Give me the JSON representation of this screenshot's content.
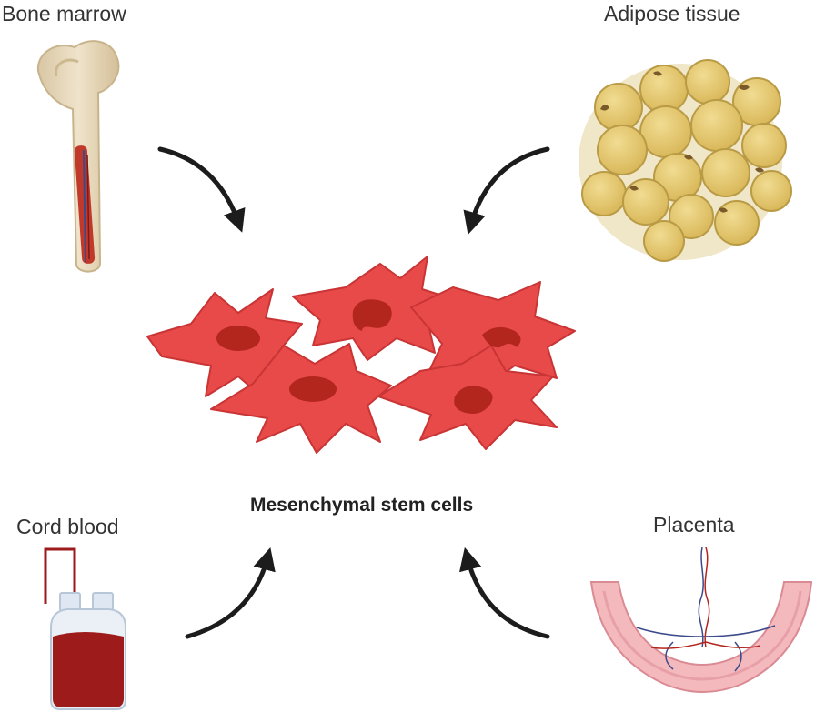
{
  "sources": {
    "bone_marrow": "Bone marrow",
    "adipose_tissue": "Adipose tissue",
    "cord_blood": "Cord blood",
    "placenta": "Placenta"
  },
  "center_label": "Mesenchymal stem cells",
  "colors": {
    "cell": "#e84a4a",
    "cell_outline": "#c93434",
    "nucleus": "#b3261e",
    "arrow": "#1c1c1c",
    "fat": "#e3c56c",
    "fat_outline": "#b99a45",
    "blood": "#9e1b1b",
    "bone": "#e6d6b8",
    "placenta": "#f4b9bd"
  }
}
